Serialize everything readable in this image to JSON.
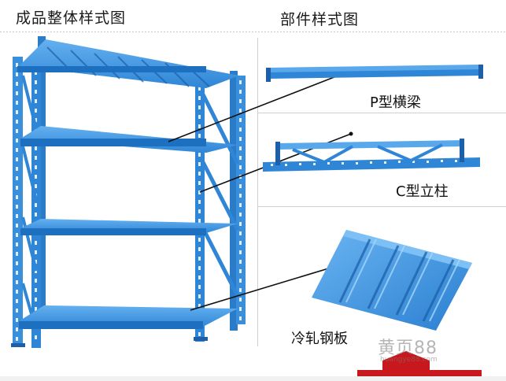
{
  "titles": {
    "whole": "成品整体样式图",
    "parts": "部件样式图"
  },
  "parts": {
    "beam": "P型横梁",
    "column": "C型立柱",
    "panel": "冷轧钢板"
  },
  "watermark": {
    "main": "黄页88",
    "sub": "huangye88.com"
  },
  "colors": {
    "steel_blue": "#2f86d6",
    "steel_dark": "#1d5fa8",
    "steel_light": "#5aa8ec",
    "red_arrow": "#c8181d"
  }
}
